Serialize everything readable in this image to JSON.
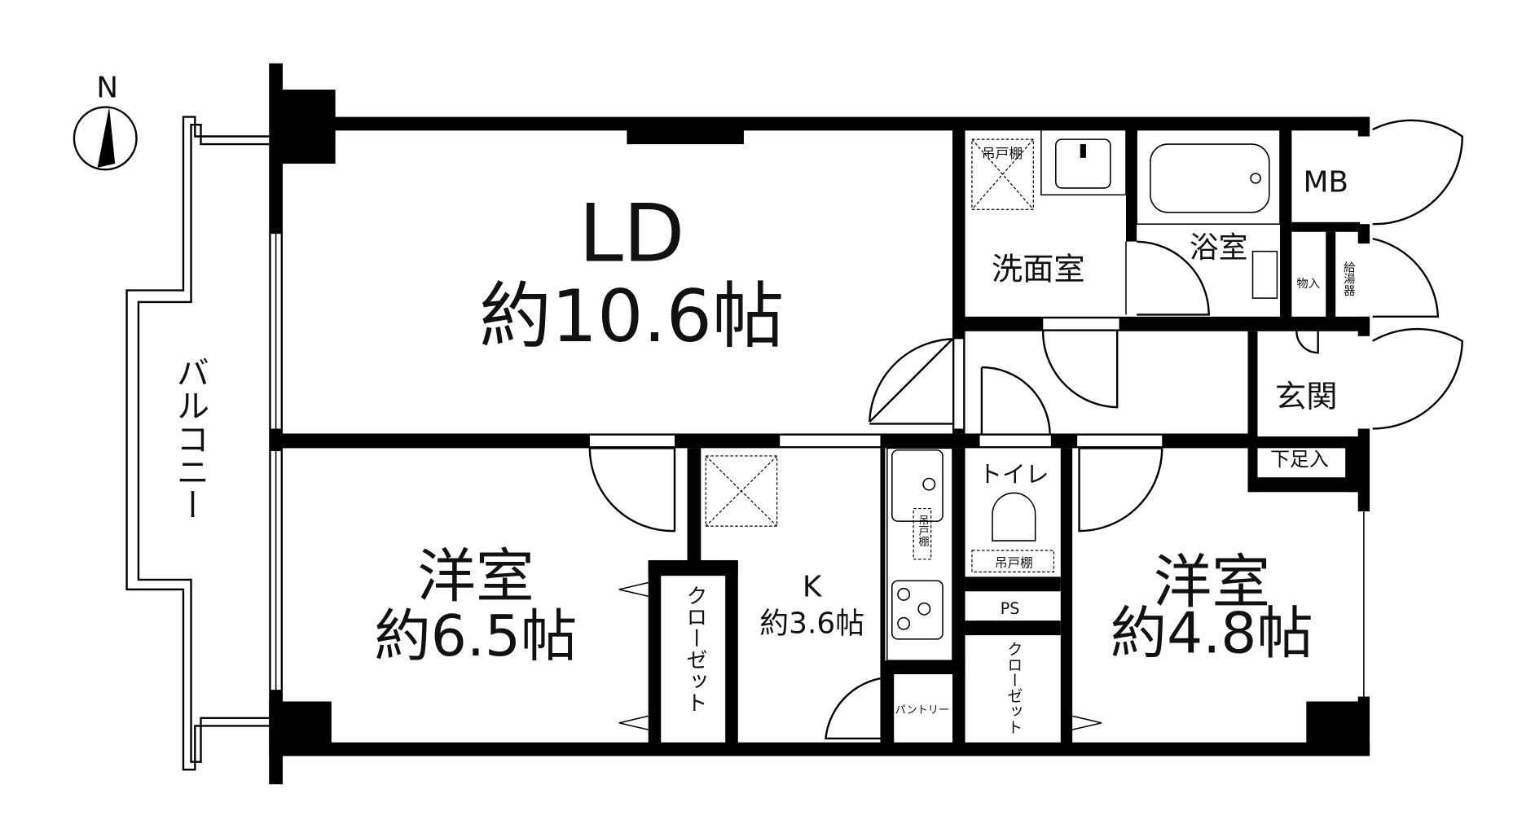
{
  "compass": {
    "label": "N"
  },
  "balcony": {
    "label": "バルコニー"
  },
  "rooms": {
    "ld": {
      "name": "LD",
      "size": "約10.6帖"
    },
    "western_room_1": {
      "name": "洋室",
      "size": "約6.5帖"
    },
    "kitchen": {
      "name": "K",
      "size": "約3.6帖"
    },
    "western_room_2": {
      "name": "洋室",
      "size": "約4.8帖"
    },
    "washroom": {
      "name": "洗面室"
    },
    "bathroom": {
      "name": "浴室"
    },
    "meter_box": {
      "name": "MB"
    },
    "storage": {
      "name": "物入"
    },
    "water_heater": {
      "name": "給湯器"
    },
    "entrance": {
      "name": "玄関"
    },
    "shoe_storage": {
      "name": "下足入"
    },
    "toilet": {
      "name": "トイレ"
    },
    "pipe_space": {
      "name": "PS"
    },
    "closet_1": {
      "name": "クローゼット"
    },
    "closet_2": {
      "name": "クローゼット"
    },
    "pantry": {
      "name": "パントリー"
    }
  },
  "cabinets": {
    "washroom": "吊戸棚",
    "kitchen": "吊戸棚",
    "toilet": "吊戸棚"
  }
}
